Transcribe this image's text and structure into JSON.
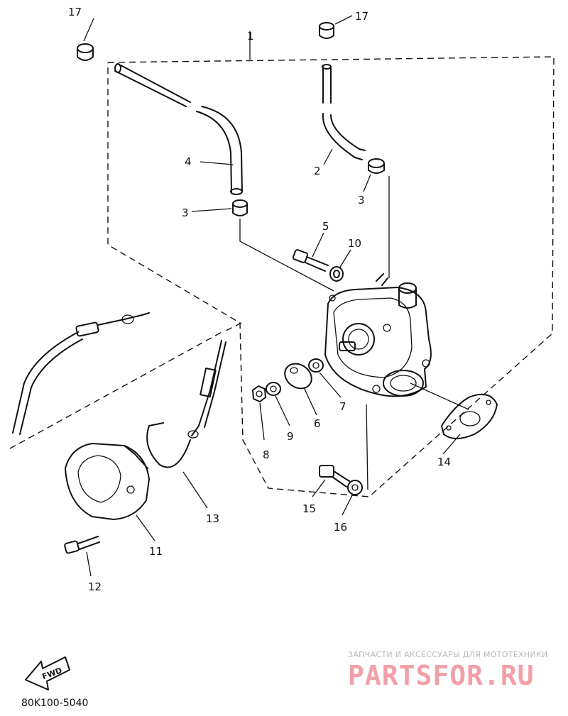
{
  "diagram": {
    "reference_code": "80K100-5040",
    "fwd_label": "FWD",
    "callouts": {
      "c1": "1",
      "c2": "2",
      "c3a": "3",
      "c3b": "3",
      "c4": "4",
      "c5": "5",
      "c6": "6",
      "c7": "7",
      "c8": "8",
      "c9": "9",
      "c10": "10",
      "c11": "11",
      "c12": "12",
      "c13": "13",
      "c14": "14",
      "c15": "15",
      "c16": "16",
      "c17a": "17",
      "c17b": "17"
    }
  },
  "watermark": {
    "tagline": "ЗАПЧАСТИ И АКСЕССУАРЫ ДЛЯ МОТОТЕХНИКИ",
    "brand": "PARTSFOR.RU",
    "tagline_color": "#b8b8b8",
    "brand_color": "#f2a0a8"
  }
}
